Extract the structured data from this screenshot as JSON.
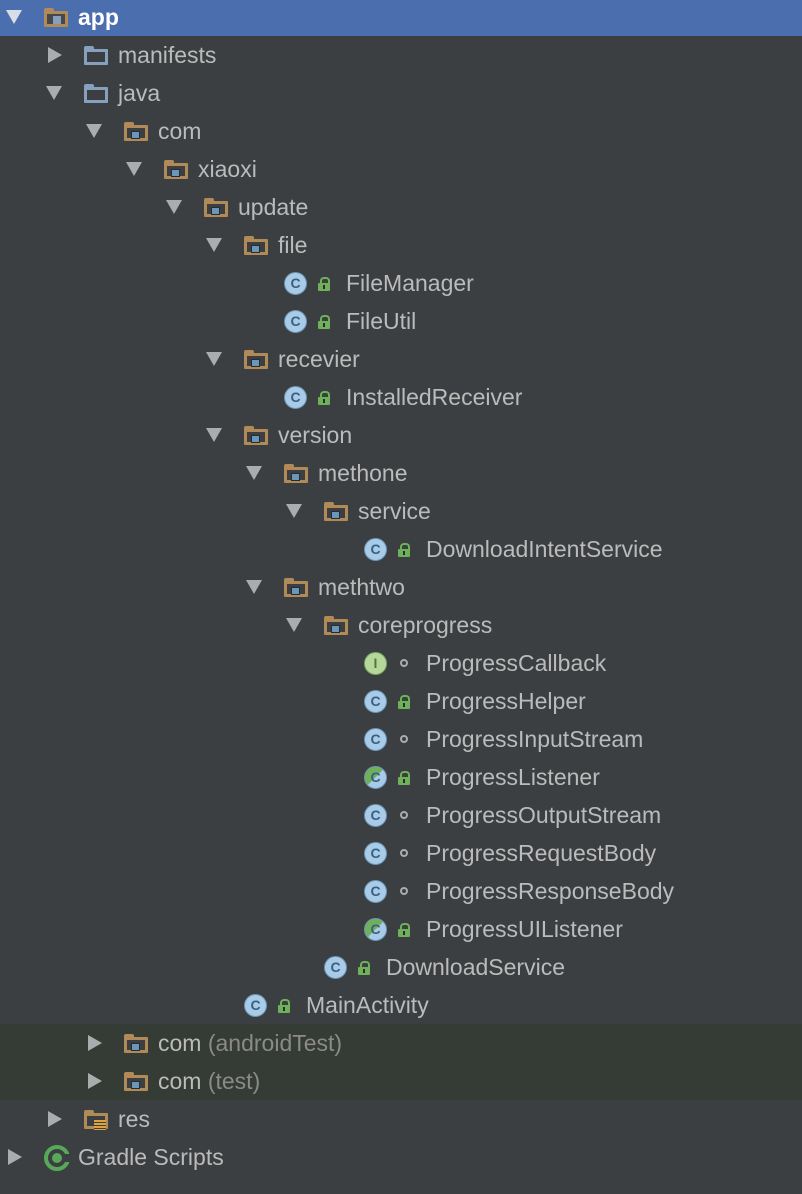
{
  "project_tree": {
    "rows": [
      {
        "label": "app",
        "expanded": true,
        "icon": "module-folder-icon",
        "depth": 0,
        "selected": true
      },
      {
        "label": "manifests",
        "expanded": false,
        "icon": "source-folder-icon",
        "depth": 1
      },
      {
        "label": "java",
        "expanded": true,
        "icon": "source-folder-icon",
        "depth": 1
      },
      {
        "label": "com",
        "expanded": true,
        "icon": "package-icon",
        "depth": 2
      },
      {
        "label": "xiaoxi",
        "expanded": true,
        "icon": "package-icon",
        "depth": 3
      },
      {
        "label": "update",
        "expanded": true,
        "icon": "package-icon",
        "depth": 4
      },
      {
        "label": "file",
        "expanded": true,
        "icon": "package-icon",
        "depth": 5
      },
      {
        "label": "FileManager",
        "icon": "class-icon",
        "access": "public",
        "depth": 7
      },
      {
        "label": "FileUtil",
        "icon": "class-icon",
        "access": "public",
        "depth": 7
      },
      {
        "label": "recevier",
        "expanded": true,
        "icon": "package-icon",
        "depth": 5
      },
      {
        "label": "InstalledReceiver",
        "icon": "class-icon",
        "access": "public",
        "depth": 7
      },
      {
        "label": "version",
        "expanded": true,
        "icon": "package-icon",
        "depth": 5
      },
      {
        "label": "methone",
        "expanded": true,
        "icon": "package-icon",
        "depth": 6
      },
      {
        "label": "service",
        "expanded": true,
        "icon": "package-icon",
        "depth": 7
      },
      {
        "label": "DownloadIntentService",
        "icon": "class-icon",
        "access": "public",
        "depth": 9
      },
      {
        "label": "methtwo",
        "expanded": true,
        "icon": "package-icon",
        "depth": 6
      },
      {
        "label": "coreprogress",
        "expanded": true,
        "icon": "package-icon",
        "depth": 7
      },
      {
        "label": "ProgressCallback",
        "icon": "interface-icon",
        "access": "package",
        "depth": 9
      },
      {
        "label": "ProgressHelper",
        "icon": "class-icon",
        "access": "public",
        "depth": 9
      },
      {
        "label": "ProgressInputStream",
        "icon": "class-icon",
        "access": "package",
        "depth": 9
      },
      {
        "label": "ProgressListener",
        "icon": "abstract-class-icon",
        "access": "public",
        "depth": 9
      },
      {
        "label": "ProgressOutputStream",
        "icon": "class-icon",
        "access": "package",
        "depth": 9
      },
      {
        "label": "ProgressRequestBody",
        "icon": "class-icon",
        "access": "package",
        "depth": 9
      },
      {
        "label": "ProgressResponseBody",
        "icon": "class-icon",
        "access": "package",
        "depth": 9
      },
      {
        "label": "ProgressUIListener",
        "icon": "abstract-class-icon",
        "access": "public",
        "depth": 9
      },
      {
        "label": "DownloadService",
        "icon": "class-icon",
        "access": "public",
        "depth": 8
      },
      {
        "label": "MainActivity",
        "icon": "class-icon",
        "access": "public",
        "depth": 6
      },
      {
        "label": "com",
        "suffix": "(androidTest)",
        "expanded": false,
        "icon": "package-icon",
        "depth": 2,
        "test": true
      },
      {
        "label": "com",
        "suffix": "(test)",
        "expanded": false,
        "icon": "package-icon",
        "depth": 2,
        "test": true
      },
      {
        "label": "res",
        "expanded": false,
        "icon": "resource-folder-icon",
        "depth": 1
      },
      {
        "label": "Gradle Scripts",
        "expanded": false,
        "icon": "gradle-icon",
        "depth": 0
      }
    ]
  },
  "colors": {
    "background": "#3c3f41",
    "selection": "#4b6eaf",
    "text": "#bbbbbb",
    "secondary_text": "#8a8a8a",
    "public_lock": "#6fb15a"
  }
}
